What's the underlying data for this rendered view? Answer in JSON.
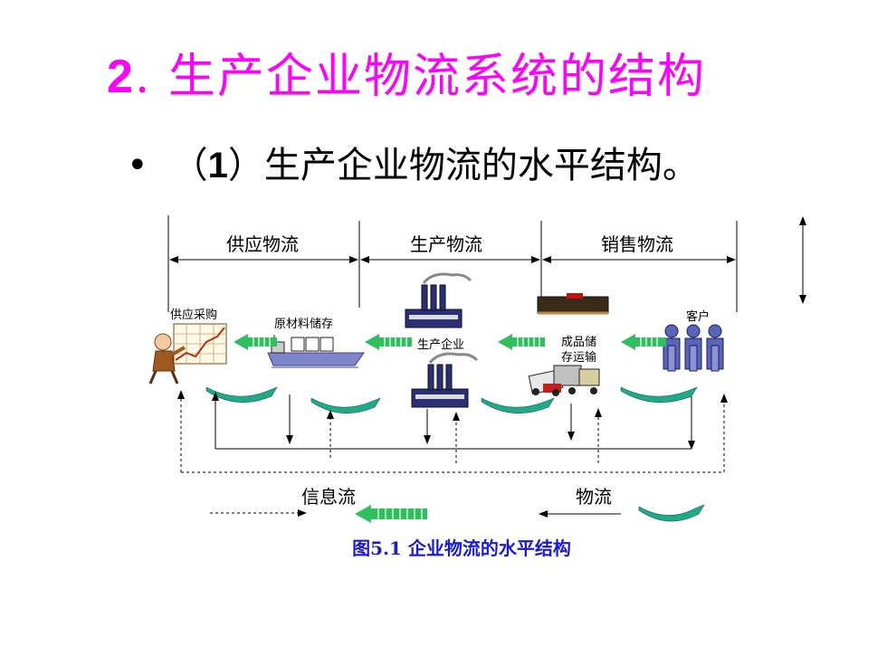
{
  "title": {
    "number": "2",
    "sep": ".",
    "text": "生产企业物流系统的结构"
  },
  "bullet": {
    "dot": "•",
    "open": "（",
    "number": "1",
    "text": "）生产企业物流的水平结构。"
  },
  "sections": [
    "供应物流",
    "生产物流",
    "销售物流"
  ],
  "nodes": {
    "procurement": "供应采购",
    "raw_storage": "原材料储存",
    "enterprise": "生产企业",
    "finished_line1": "成品储",
    "finished_line2": "存运输",
    "customer": "客户"
  },
  "legend": {
    "info_flow": "信息流",
    "material_flow": "物流"
  },
  "caption": "图5.1  企业物流的水平结构",
  "colors": {
    "title": "#ff00ff",
    "caption": "#1a1ad6",
    "flow_arrow": "#1faa8a",
    "info_arrow": "#2fbf5f"
  }
}
